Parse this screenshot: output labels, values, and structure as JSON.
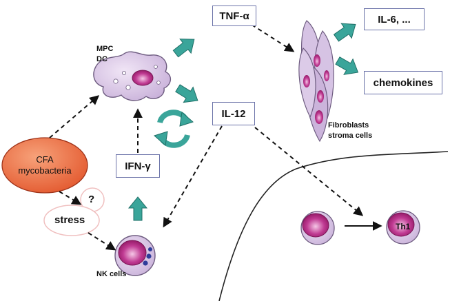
{
  "nodes": {
    "tnf_alpha": "TNF-α",
    "il6": "IL-6, ...",
    "chemokines": "chemokines",
    "il12": "IL-12",
    "ifn_gamma": "IFN-γ",
    "mpc": "MPC",
    "dc": "DC",
    "cfa_line1": "CFA",
    "cfa_line2": "mycobacteria",
    "question": "?",
    "stress": "stress",
    "nk_cells": "NK cells",
    "fibroblasts_line1": "Fibroblasts",
    "fibroblasts_line2": "stroma cells",
    "th1": "Th1"
  },
  "colors": {
    "teal_arrow": "#3aa59a",
    "cell_lavender": "#d9c6e6",
    "nucleus_magenta": "#b0217a",
    "cfa_orange": "#e8653a",
    "box_border": "#6a72a8"
  }
}
